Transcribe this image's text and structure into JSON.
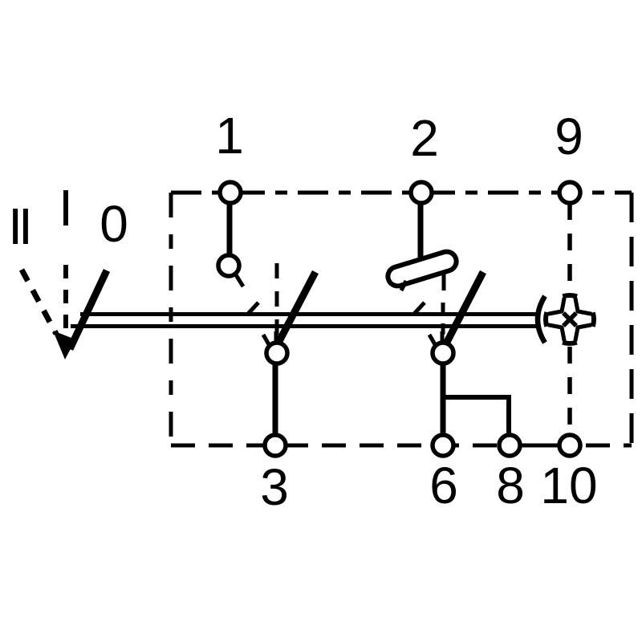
{
  "diagram": {
    "type": "switch-wiring-schematic",
    "background_color": "#ffffff",
    "line_color": "#000000",
    "terminal_labels_top": [
      "1",
      "2",
      "9"
    ],
    "terminal_labels_bottom": [
      "3",
      "6",
      "8",
      "10"
    ],
    "switch_position_labels": [
      "II",
      "I",
      "0"
    ],
    "labels": {
      "t1": "1",
      "t2": "2",
      "t9": "9",
      "t3": "3",
      "t6": "6",
      "t8": "8",
      "t10": "10",
      "pos2": "II",
      "pos1": "I",
      "pos0": "0"
    },
    "icons": [
      {
        "name": "lamp-icon",
        "glyph": "dashed-circle-with-x"
      },
      {
        "name": "lever-arrow-icon",
        "glyph": "down-left-arrow"
      }
    ]
  }
}
